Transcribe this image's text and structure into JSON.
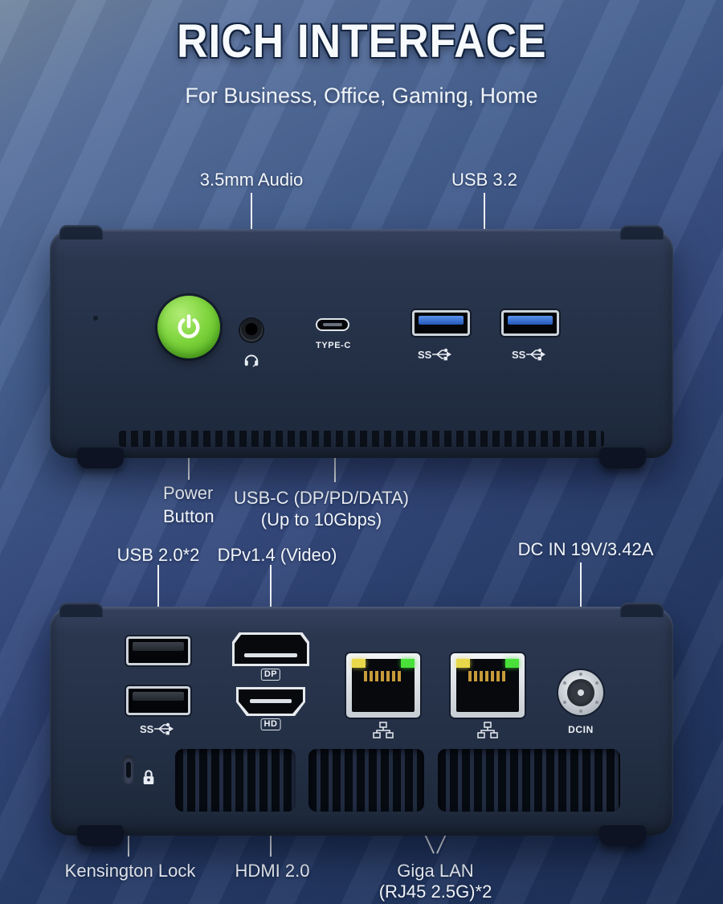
{
  "header": {
    "title": "RICH INTERFACE",
    "subtitle": "For Business, Office, Gaming, Home"
  },
  "front": {
    "callouts": {
      "audio": "3.5mm Audio",
      "usb32": "USB 3.2",
      "power_line1": "Power",
      "power_line2": "Button",
      "usbc_line1": "USB-C (DP/PD/DATA)",
      "usbc_line2": "(Up to 10Gbps)"
    },
    "ports": {
      "typec_label": "TYPE-C",
      "ss_label": "SS"
    }
  },
  "rear": {
    "callouts": {
      "usb20": "USB 2.0*2",
      "dp": "DPv1.4 (Video)",
      "dcin": "DC IN 19V/3.42A",
      "kensington": "Kensington Lock",
      "hdmi": "HDMI 2.0",
      "lan_line1": "Giga LAN",
      "lan_line2": "(RJ45 2.5G)*2"
    },
    "ports": {
      "dp_badge": "DP",
      "hdmi_badge": "HD",
      "dcin_badge": "DCIN",
      "ss_label": "SS"
    }
  },
  "colors": {
    "power_button_green": "#7fd53e",
    "usb3_tongue_blue": "#2e6fd9",
    "lan_led_yellow": "#e8d84a",
    "lan_led_green": "#49e03a",
    "background_blue": "#35497c",
    "device_navy": "#243046",
    "label_white": "#f1f5fa"
  }
}
